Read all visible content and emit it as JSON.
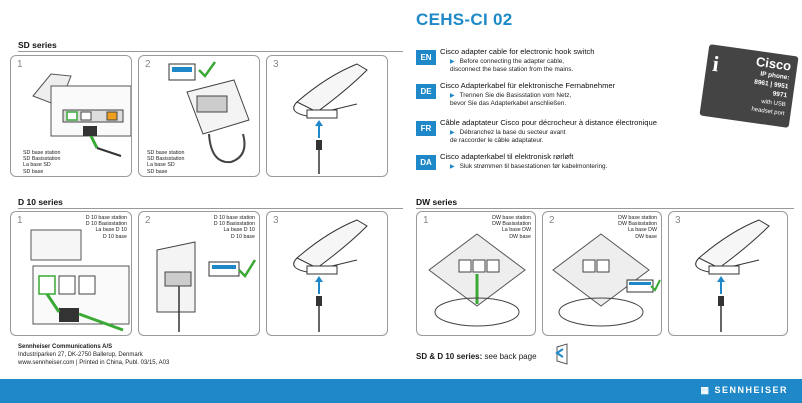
{
  "title": "CEHS-CI 02",
  "sd": {
    "heading": "SD series",
    "panels": [
      {
        "num": "1",
        "caption": "SD base station\nSD Basisstation\nLa base SD\nSD base"
      },
      {
        "num": "2",
        "caption": "SD base station\nSD Basisstation\nLa base SD\nSD base"
      },
      {
        "num": "3"
      }
    ]
  },
  "d10": {
    "heading": "D 10 series",
    "panels": [
      {
        "num": "1",
        "caption": "D 10 base station\nD 10 Basisstation\nLa base D 10\nD 10 base"
      },
      {
        "num": "2",
        "caption": "D 10 base station\nD 10 Basisstation\nLa base D 10\nD 10 base"
      },
      {
        "num": "3"
      }
    ]
  },
  "dw": {
    "heading": "DW series",
    "panels": [
      {
        "num": "1",
        "caption": "DW base station\nDW Basisstation\nLa base DW\nDW base"
      },
      {
        "num": "2",
        "caption": "DW base station\nDW Basisstation\nLa base DW\nDW base"
      },
      {
        "num": "3"
      }
    ]
  },
  "languages": [
    {
      "code": "EN",
      "heading": "Cisco adapter cable for electronic hook switch",
      "text": "Before connecting the adapter cable,\ndisconnect the base station from the mains."
    },
    {
      "code": "DE",
      "heading": "Cisco Adapterkabel für elektronische Fernabnehmer",
      "text": "Trennen Sie die Basisstation vom Netz,\nbevor Sie das Adapterkabel anschließen."
    },
    {
      "code": "FR",
      "heading": "Câble adaptateur Cisco pour décrocheur à distance électronique",
      "text": "Débranchez la base du secteur avant\nde raccorder le câble adaptateur."
    },
    {
      "code": "DA",
      "heading": "Cisco adapterkabel til elektronisk rørløft",
      "text": "Sluk strømmen til basestationen før kabelmontering."
    }
  ],
  "cisco_badge": {
    "brand": "Cisco",
    "line1": "IP phone:",
    "line2": "8961 | 9951",
    "line3": "9971",
    "line4": "with USB",
    "line5": "headset port",
    "icon": "info-icon"
  },
  "address": {
    "company": "Sennheiser Communications A/S",
    "street": "Industriparken 27, DK-2750 Ballerup, Denmark",
    "web": "www.sennheiser.com | Printed in China, Publ. 03/15, A03"
  },
  "back_note": {
    "bold": "SD & D 10 series:",
    "text": " see back page"
  },
  "footer": {
    "brand": "SENNHEISER"
  },
  "colors": {
    "accent": "#1e88c8",
    "green": "#3aa935",
    "panel_border": "#9a9a9a"
  }
}
